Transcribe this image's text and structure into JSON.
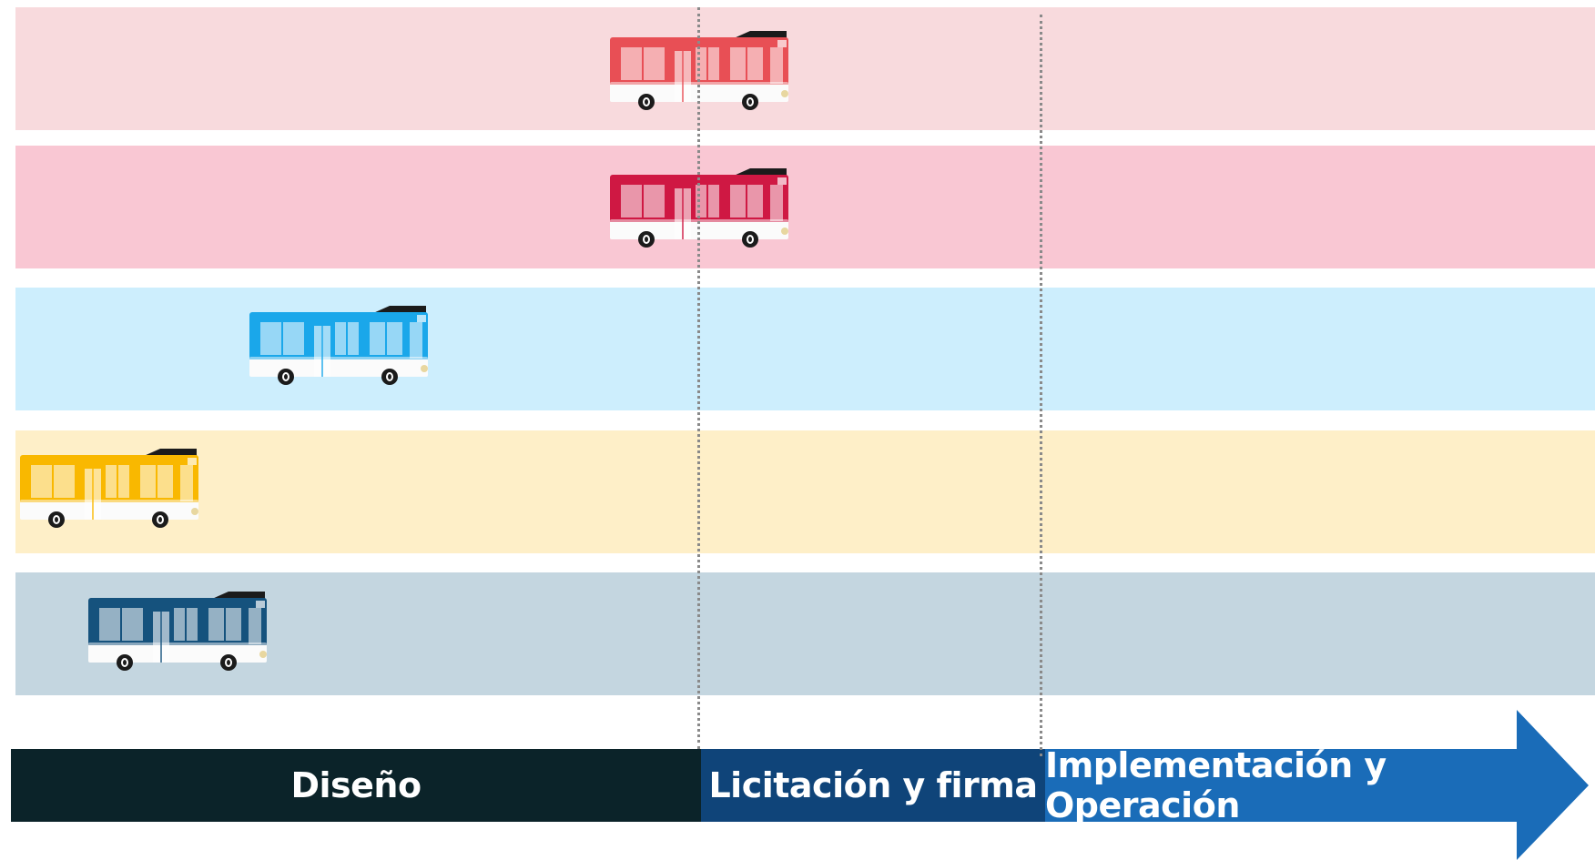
{
  "lanes": [
    {
      "color": "#f8dadd",
      "bus_color": "#e84f55"
    },
    {
      "color": "#f9c7d3",
      "bus_color": "#cf1843"
    },
    {
      "color": "#cdeefd",
      "bus_color": "#1aa7ea"
    },
    {
      "color": "#feefc8",
      "bus_color": "#f9b800"
    },
    {
      "color": "#c4d6e0",
      "bus_color": "#15527d"
    }
  ],
  "phases": [
    {
      "label": "Diseño",
      "color": "#0b2329"
    },
    {
      "label": "Licitación y firma",
      "color": "#0f4479"
    },
    {
      "label": "Implementación y Operación",
      "color": "#1a6cb8"
    }
  ],
  "divider_color": "#8a8a8a",
  "icons": [
    "bus-icon"
  ]
}
